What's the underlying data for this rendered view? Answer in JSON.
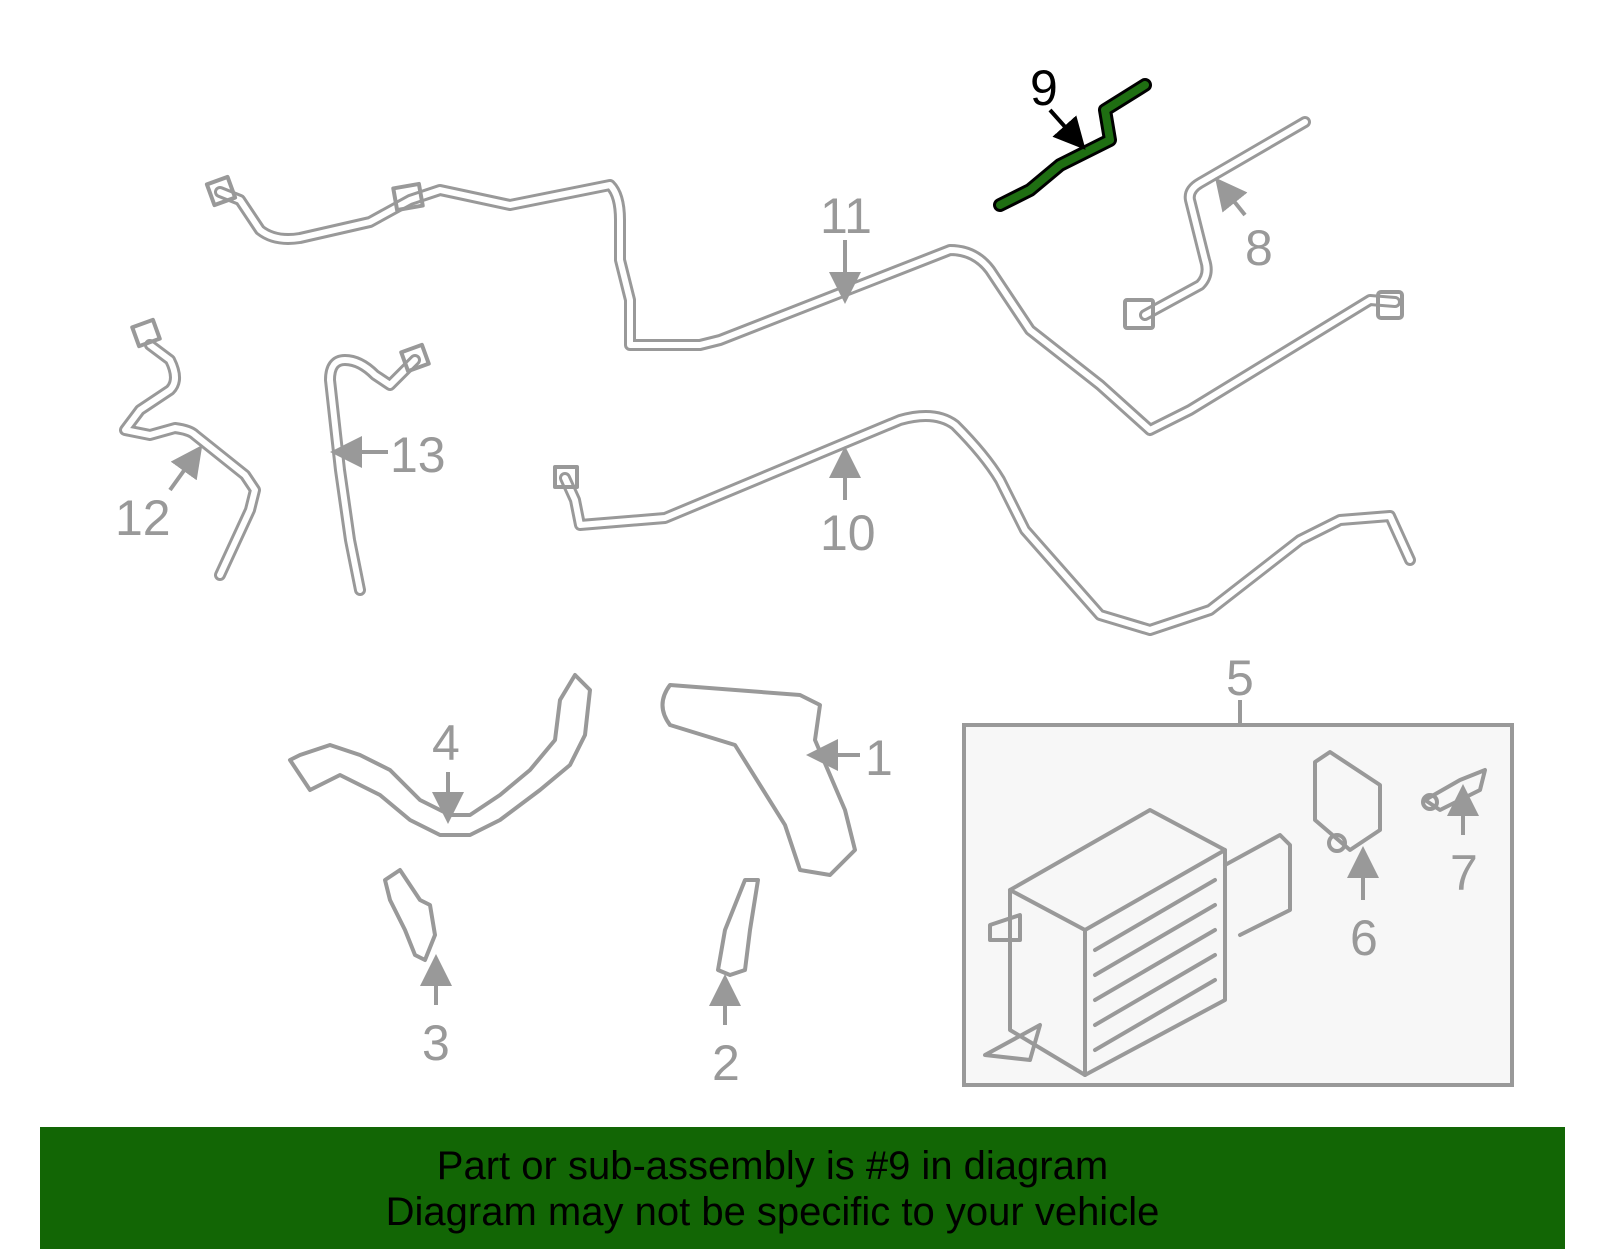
{
  "diagram": {
    "highlighted_part": "9",
    "highlight_color": "#1f6e12",
    "line_color": "#999999",
    "callouts": [
      {
        "id": "1",
        "label": "1"
      },
      {
        "id": "2",
        "label": "2"
      },
      {
        "id": "3",
        "label": "3"
      },
      {
        "id": "4",
        "label": "4"
      },
      {
        "id": "5",
        "label": "5"
      },
      {
        "id": "6",
        "label": "6"
      },
      {
        "id": "7",
        "label": "7"
      },
      {
        "id": "8",
        "label": "8"
      },
      {
        "id": "9",
        "label": "9"
      },
      {
        "id": "10",
        "label": "10"
      },
      {
        "id": "11",
        "label": "11"
      },
      {
        "id": "12",
        "label": "12"
      },
      {
        "id": "13",
        "label": "13"
      }
    ]
  },
  "banner": {
    "background": "#126605",
    "line1": "Part or sub-assembly is #9 in diagram",
    "line2": "Diagram may not be specific to your vehicle"
  }
}
